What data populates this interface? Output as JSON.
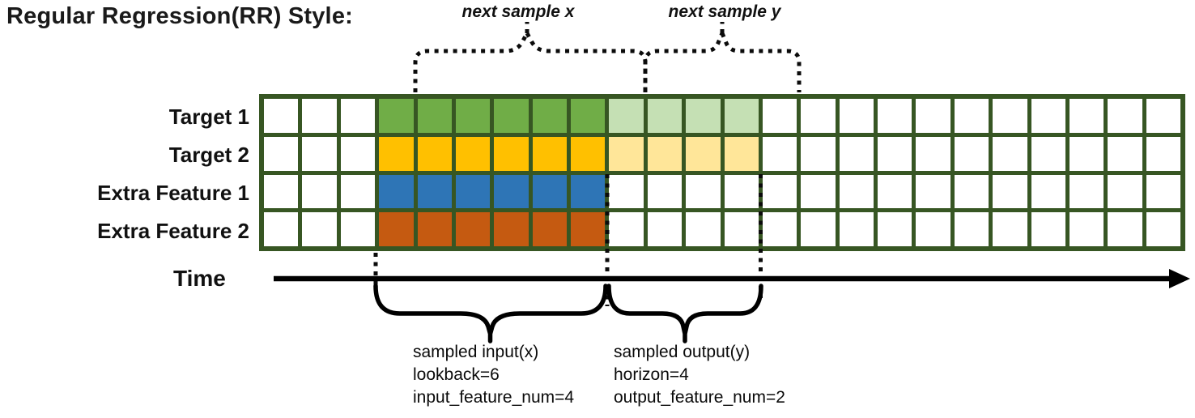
{
  "title": "Regular Regression(RR) Style:",
  "top_annotations": {
    "next_sample_x": "next sample x",
    "next_sample_y": "next sample y"
  },
  "time_label": "Time",
  "grid": {
    "columns": 24,
    "lead_empty_columns": 3,
    "lookback": 6,
    "horizon": 4,
    "rows": [
      {
        "label": "Target 1",
        "lookback_color": "#70AD47",
        "horizon_color": "#C5E0B4"
      },
      {
        "label": "Target 2",
        "lookback_color": "#FFC000",
        "horizon_color": "#FFE699"
      },
      {
        "label": "Extra Feature 1",
        "lookback_color": "#2E75B6",
        "horizon_color": null
      },
      {
        "label": "Extra Feature 2",
        "lookback_color": "#C55A11",
        "horizon_color": null
      }
    ]
  },
  "palette": {
    "grid_border": "#375623",
    "empty_cell": "#FFFFFF",
    "line_color": "#000000"
  },
  "bottom_annotations": {
    "input": [
      "sampled input(x)",
      "lookback=6",
      "input_feature_num=4"
    ],
    "output": [
      "sampled output(y)",
      "horizon=4",
      "output_feature_num=2"
    ]
  }
}
